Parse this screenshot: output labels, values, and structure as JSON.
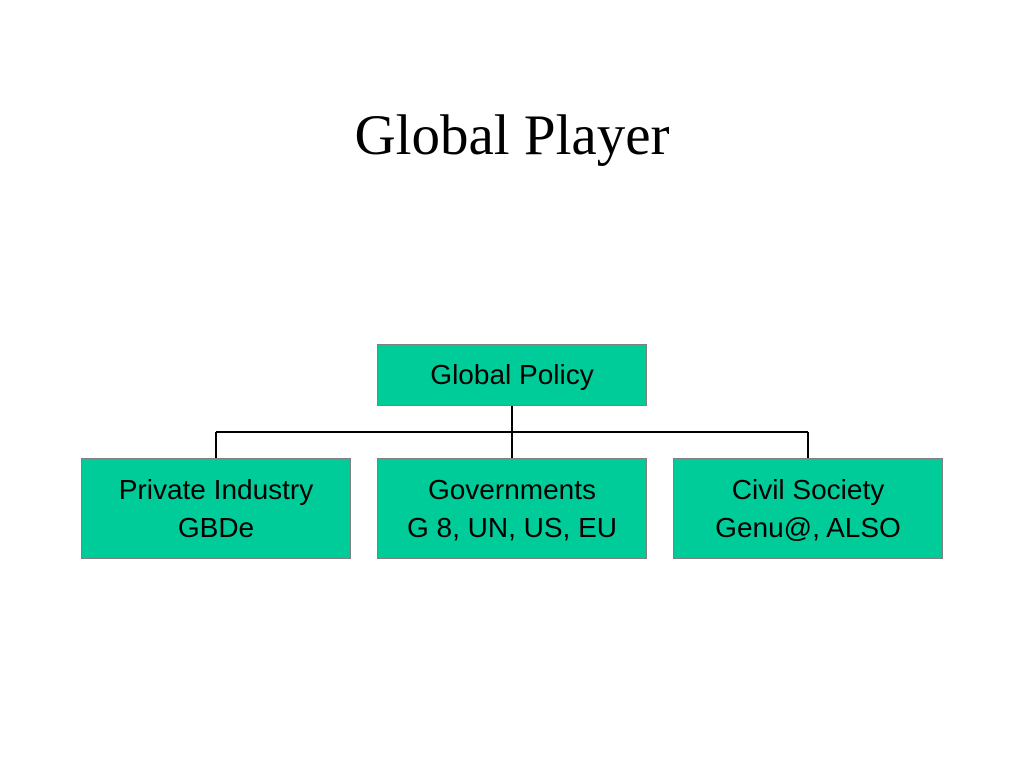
{
  "slide": {
    "title": "Global Player"
  },
  "org_chart": {
    "root": {
      "label": "Global Policy"
    },
    "children": [
      {
        "line1": "Private Industry",
        "line2": "GBDe"
      },
      {
        "line1": "Governments",
        "line2": "G 8, UN, US, EU"
      },
      {
        "line1": "Civil Society",
        "line2": "Genu@, ALSO"
      }
    ]
  },
  "colors": {
    "box_fill": "#00CC99",
    "box_border": "#7F7F7F",
    "connector": "#000000",
    "background": "#FFFFFF"
  }
}
